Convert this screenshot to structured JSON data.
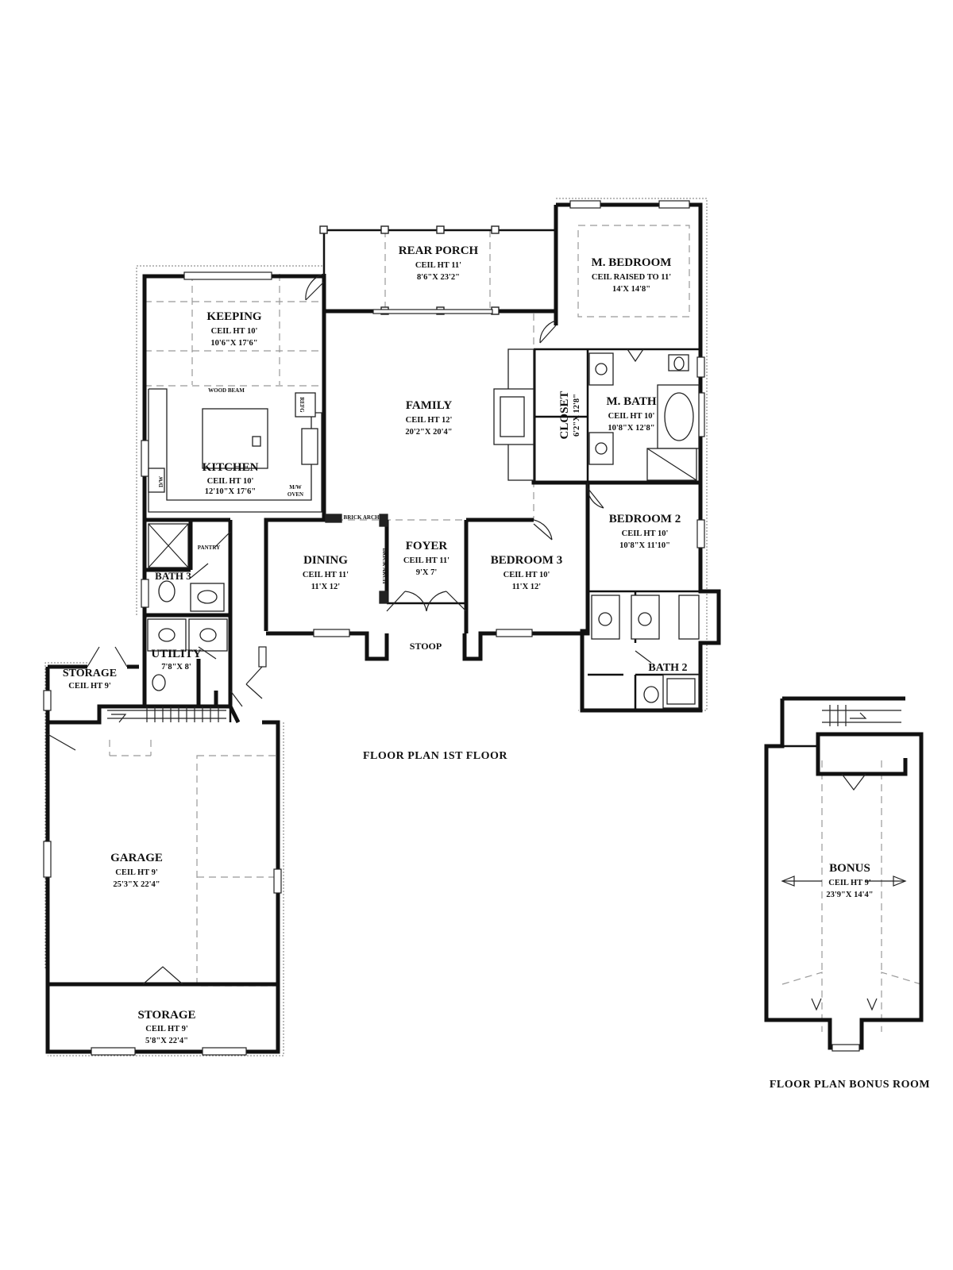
{
  "titles": {
    "first_floor": "FLOOR PLAN 1ST FLOOR",
    "bonus_floor": "FLOOR PLAN BONUS ROOM"
  },
  "rooms": {
    "rear_porch": {
      "name": "REAR PORCH",
      "ceil": "CEIL HT 11'",
      "size": "8'6\"X 23'2\""
    },
    "m_bedroom": {
      "name": "M. BEDROOM",
      "ceil": "CEIL RAISED TO 11'",
      "size": "14'X 14'8\""
    },
    "keeping": {
      "name": "KEEPING",
      "ceil": "CEIL HT 10'",
      "size": "10'6\"X 17'6\""
    },
    "family": {
      "name": "FAMILY",
      "ceil": "CEIL HT 12'",
      "size": "20'2\"X 20'4\""
    },
    "closet": {
      "name": "CLOSET",
      "size": "6'2\"X 12'8\""
    },
    "m_bath": {
      "name": "M. BATH",
      "ceil": "CEIL HT 10'",
      "size": "10'8\"X 12'8\""
    },
    "kitchen": {
      "name": "KITCHEN",
      "ceil": "CEIL HT 10'",
      "size": "12'10\"X 17'6\""
    },
    "bedroom_2": {
      "name": "BEDROOM 2",
      "ceil": "CEIL HT 10'",
      "size": "10'8\"X 11'10\""
    },
    "dining": {
      "name": "DINING",
      "ceil": "CEIL HT 11'",
      "size": "11'X 12'"
    },
    "foyer": {
      "name": "FOYER",
      "ceil": "CEIL HT 11'",
      "size": "9'X 7'"
    },
    "bedroom_3": {
      "name": "BEDROOM 3",
      "ceil": "CEIL HT 10'",
      "size": "11'X 12'"
    },
    "bath_3": {
      "name": "BATH 3"
    },
    "utility": {
      "name": "UTILITY",
      "size": "7'8\"X 8'"
    },
    "storage_small": {
      "name": "STORAGE",
      "ceil": "CEIL HT 9'"
    },
    "stoop": {
      "name": "STOOP"
    },
    "bath_2": {
      "name": "BATH 2"
    },
    "garage": {
      "name": "GARAGE",
      "ceil": "CEIL HT 9'",
      "size": "25'3\"X 22'4\""
    },
    "storage_garage": {
      "name": "STORAGE",
      "ceil": "CEIL HT 9'",
      "size": "5'8\"X 22'4\""
    },
    "bonus": {
      "name": "BONUS",
      "ceil": "CEIL HT 9'",
      "size": "23'9\"X 14'4\""
    }
  },
  "labels": {
    "wood_beam": "WOOD BEAM",
    "refg": "REFG",
    "dw": "D/W",
    "mw": "M/W",
    "oven": "OVEN",
    "pantry": "PANTRY",
    "brick_arch": "BRICK ARCH"
  }
}
